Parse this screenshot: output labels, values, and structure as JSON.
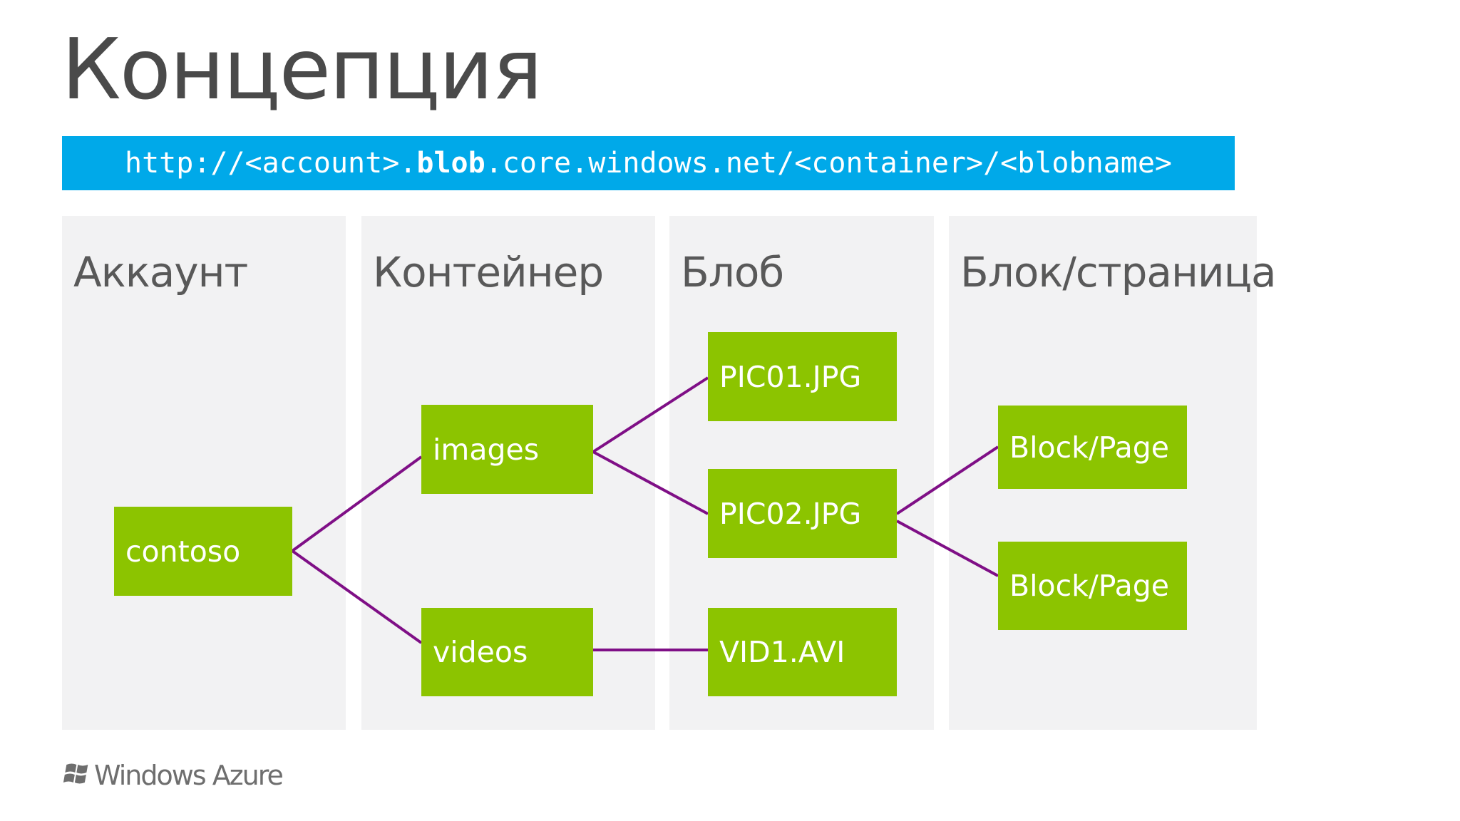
{
  "title": "Концепция",
  "url": {
    "prefix": "http://<account>.",
    "bold": "blob",
    "suffix": ".core.windows.net/<container>/<blobname>"
  },
  "columns": {
    "account": "Аккаунт",
    "container": "Контейнер",
    "blob": "Блоб",
    "block": "Блок/страница"
  },
  "nodes": {
    "contoso": "contoso",
    "images": "images",
    "videos": "videos",
    "pic01": "PIC01.JPG",
    "pic02": "PIC02.JPG",
    "vid1": "VID1.AVI",
    "block1": "Block/Page",
    "block2": "Block/Page"
  },
  "logo": {
    "text": "Windows Azure",
    "icon": "windows-flag-icon"
  },
  "colors": {
    "accent_blue": "#00a9e9",
    "node_green": "#8cc400",
    "link_purple": "#7f0f86",
    "column_bg": "#f2f2f3"
  }
}
